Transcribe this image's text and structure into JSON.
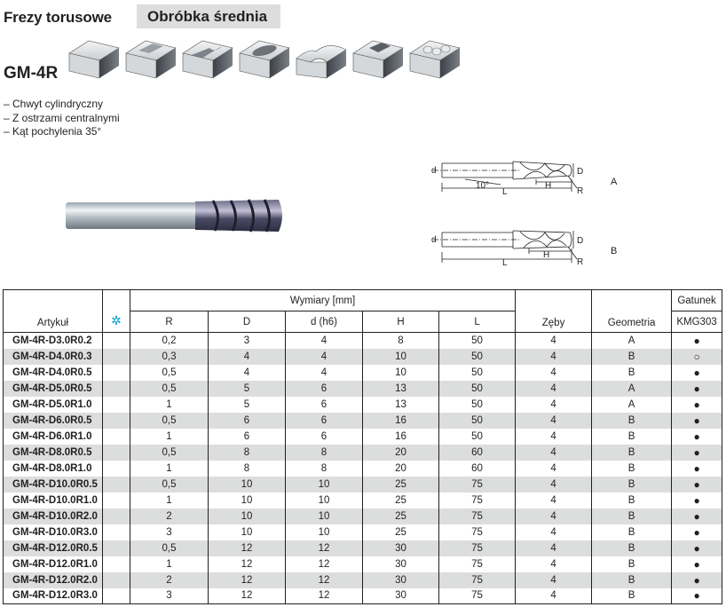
{
  "header": {
    "title": "Frezy torusowe",
    "machining_type": "Obróbka średnia",
    "model": "GM-4R"
  },
  "features": [
    "– Chwyt cylindryczny",
    "– Z ostrzami centralnymi",
    "– Kąt pochylenia 35°"
  ],
  "schematic": {
    "a_label": "A",
    "b_label": "B",
    "dim_d": "d",
    "dim_D": "D",
    "dim_L": "L",
    "dim_H": "H",
    "dim_R": "R",
    "angle": "10°"
  },
  "table": {
    "group_header": "Wymiary [mm]",
    "grade_group": "Gatunek",
    "headers": {
      "article": "Artykuł",
      "coating_icon": "✲",
      "R": "R",
      "D": "D",
      "d": "d (h6)",
      "H": "H",
      "L": "L",
      "teeth": "Zęby",
      "geometry": "Geometria",
      "grade": "KMG303"
    },
    "rows": [
      [
        "GM-4R-D3.0R0.2",
        "0,2",
        "3",
        "4",
        "8",
        "50",
        "4",
        "A",
        "●"
      ],
      [
        "GM-4R-D4.0R0.3",
        "0,3",
        "4",
        "4",
        "10",
        "50",
        "4",
        "B",
        "○"
      ],
      [
        "GM-4R-D4.0R0.5",
        "0,5",
        "4",
        "4",
        "10",
        "50",
        "4",
        "B",
        "●"
      ],
      [
        "GM-4R-D5.0R0.5",
        "0,5",
        "5",
        "6",
        "13",
        "50",
        "4",
        "A",
        "●"
      ],
      [
        "GM-4R-D5.0R1.0",
        "1",
        "5",
        "6",
        "13",
        "50",
        "4",
        "A",
        "●"
      ],
      [
        "GM-4R-D6.0R0.5",
        "0,5",
        "6",
        "6",
        "16",
        "50",
        "4",
        "B",
        "●"
      ],
      [
        "GM-4R-D6.0R1.0",
        "1",
        "6",
        "6",
        "16",
        "50",
        "4",
        "B",
        "●"
      ],
      [
        "GM-4R-D8.0R0.5",
        "0,5",
        "8",
        "8",
        "20",
        "60",
        "4",
        "B",
        "●"
      ],
      [
        "GM-4R-D8.0R1.0",
        "1",
        "8",
        "8",
        "20",
        "60",
        "4",
        "B",
        "●"
      ],
      [
        "GM-4R-D10.0R0.5",
        "0,5",
        "10",
        "10",
        "25",
        "75",
        "4",
        "B",
        "●"
      ],
      [
        "GM-4R-D10.0R1.0",
        "1",
        "10",
        "10",
        "25",
        "75",
        "4",
        "B",
        "●"
      ],
      [
        "GM-4R-D10.0R2.0",
        "2",
        "10",
        "10",
        "25",
        "75",
        "4",
        "B",
        "●"
      ],
      [
        "GM-4R-D10.0R3.0",
        "3",
        "10",
        "10",
        "25",
        "75",
        "4",
        "B",
        "●"
      ],
      [
        "GM-4R-D12.0R0.5",
        "0,5",
        "12",
        "12",
        "30",
        "75",
        "4",
        "B",
        "●"
      ],
      [
        "GM-4R-D12.0R1.0",
        "1",
        "12",
        "12",
        "30",
        "75",
        "4",
        "B",
        "●"
      ],
      [
        "GM-4R-D12.0R2.0",
        "2",
        "12",
        "12",
        "30",
        "75",
        "4",
        "B",
        "●"
      ],
      [
        "GM-4R-D12.0R3.0",
        "3",
        "12",
        "12",
        "30",
        "75",
        "4",
        "B",
        "●"
      ]
    ]
  },
  "colors": {
    "stripe": "#dcdddd",
    "accent": "#00a0c6",
    "text": "#231f20"
  }
}
